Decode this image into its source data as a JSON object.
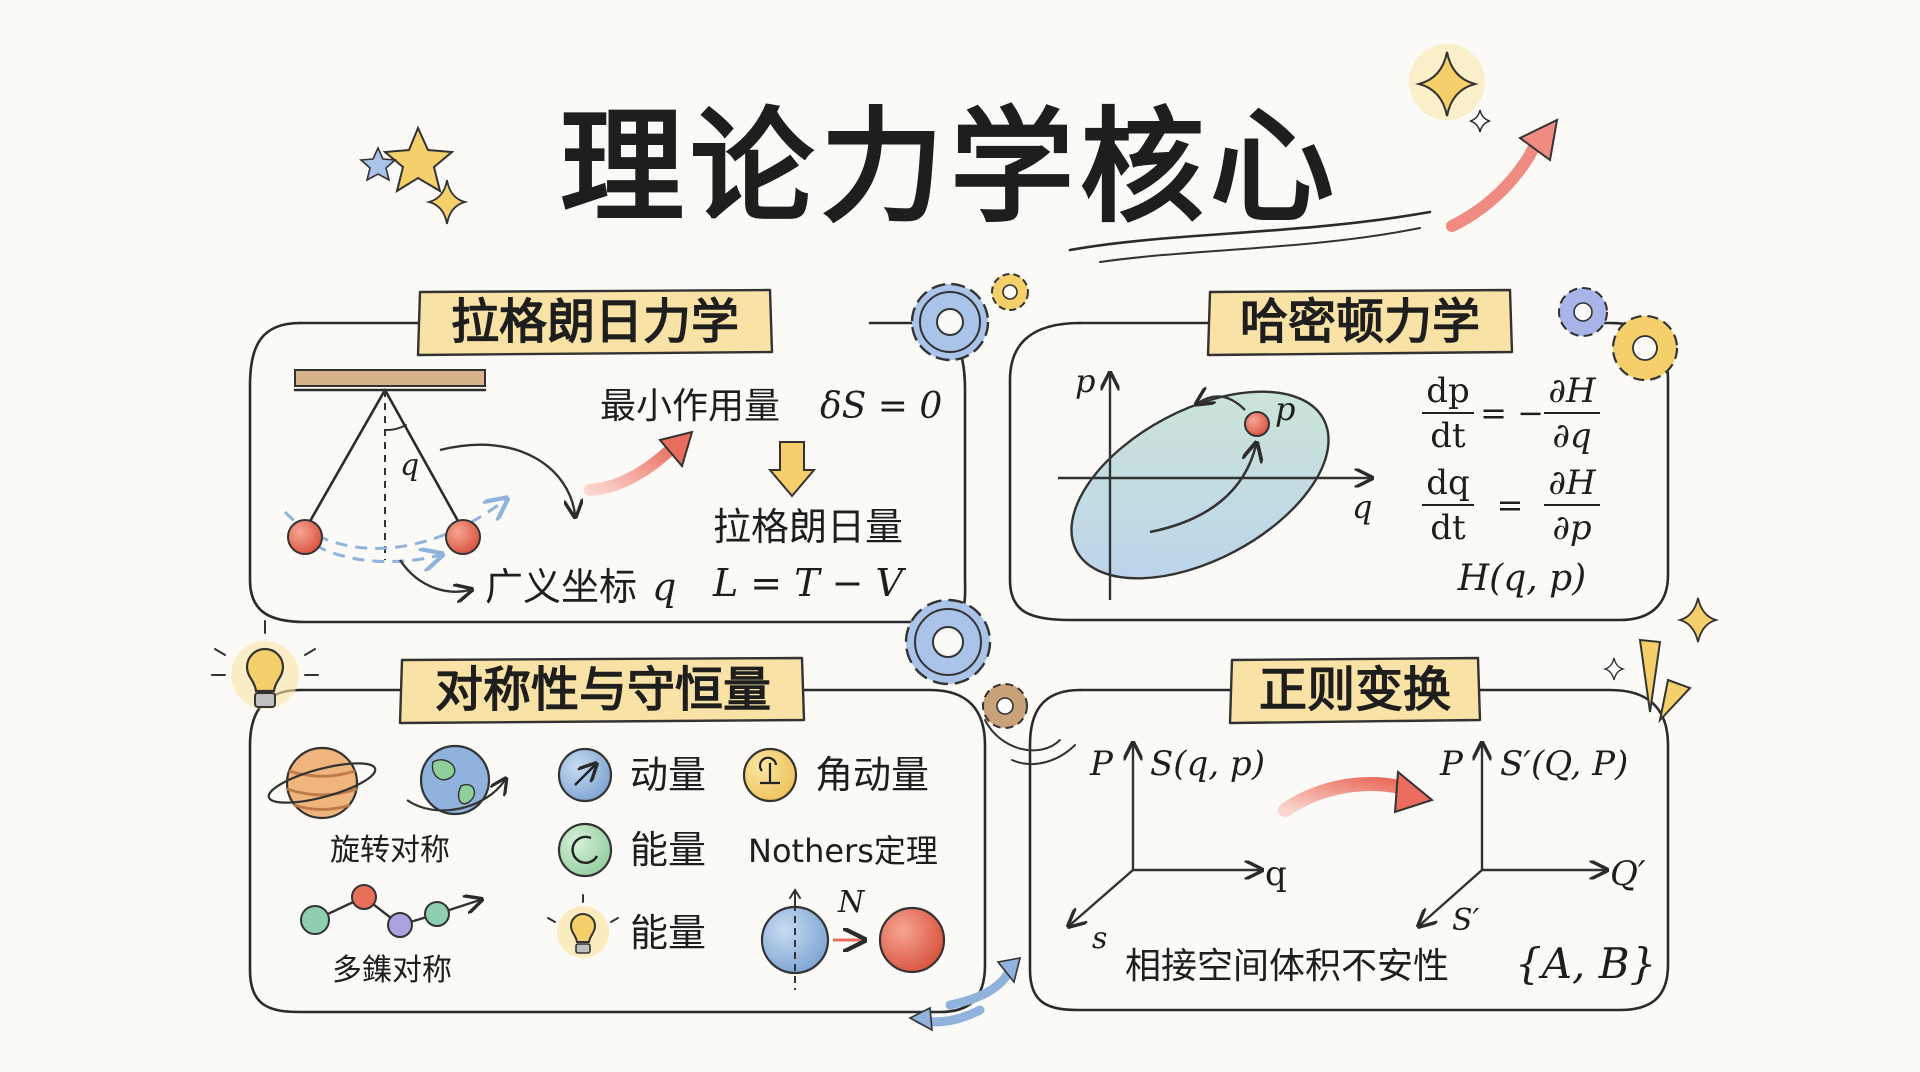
{
  "title": "理论力学核心",
  "panels": {
    "lagrange": {
      "title": "拉格朗日力学",
      "angle_label": "q",
      "least_action": "最小作用量",
      "action_eq": "δS = 0",
      "lagrangian_label": "拉格朗日量",
      "lagrangian_eq": "L = T − V",
      "gen_coord": "广义坐标",
      "gen_coord_sym": "q"
    },
    "hamilton": {
      "title": "哈密顿力学",
      "axis_p": "p",
      "axis_q": "q",
      "point_label": "p",
      "eq1_lhs_num": "dp",
      "eq1_lhs_den": "dt",
      "eq1_sign": "= −",
      "eq1_rhs_num": "∂H",
      "eq1_rhs_den": "∂q",
      "eq2_lhs_num": "dq",
      "eq2_lhs_den": "dt",
      "eq2_sign": "=",
      "eq2_rhs_num": "∂H",
      "eq2_rhs_den": "∂p",
      "hamiltonian": "H(q, p)"
    },
    "symmetry": {
      "title": "对称性与守恒量",
      "rot_sym": "旋转对称",
      "multi_sym": "多鏶对称",
      "momentum": "动量",
      "angular_momentum": "角动量",
      "energy1": "能量",
      "energy2": "能量",
      "noether": "Nothers定理",
      "noether_sym": "N"
    },
    "canonical": {
      "title": "正则变换",
      "axis_P1": "P",
      "gen_fn1": "S(q, p)",
      "axis_q1": "q",
      "axis_s1": "s",
      "axis_P2": "P",
      "gen_fn2": "S′(Q, P)",
      "axis_Q2": "Q′",
      "axis_s2": "S′",
      "phase_vol": "相接空间体积不安性",
      "poisson": "{A, B}"
    }
  },
  "colors": {
    "label_fill": "#f9e2a6",
    "red_ball": "#e8705a",
    "blue": "#8fb3dc",
    "green": "#a9d8b0",
    "yellow": "#f4cf6a",
    "arrow_pink": "#ef8b80"
  }
}
